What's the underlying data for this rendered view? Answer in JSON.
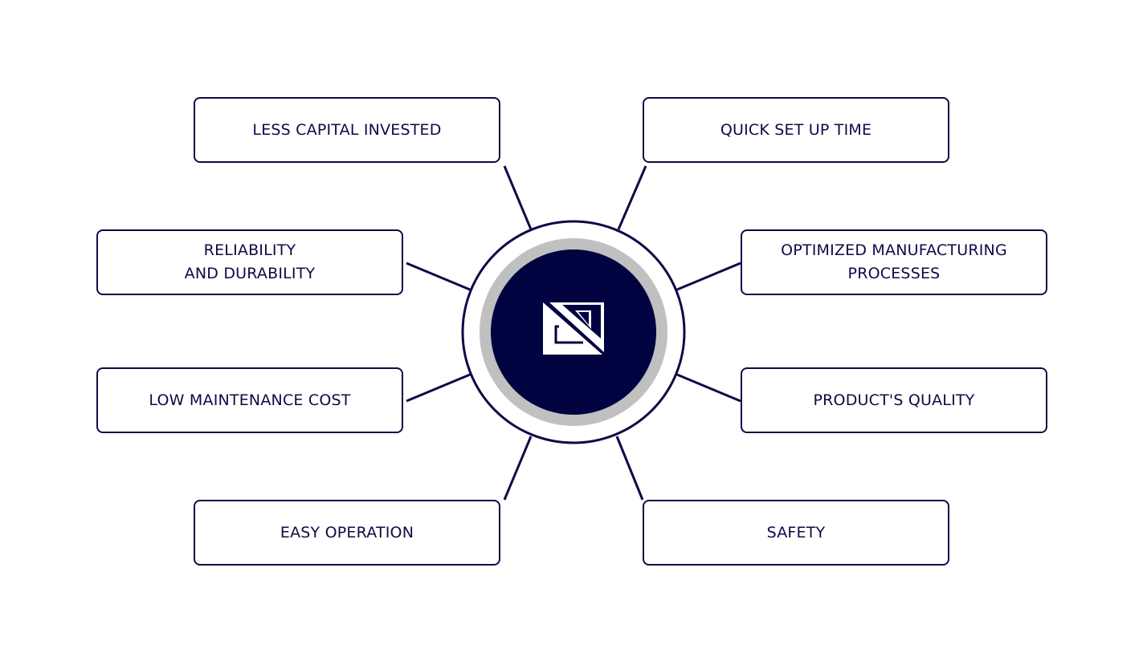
{
  "colors": {
    "primary": "#0d0b47",
    "center": "#000340",
    "ring": "#c0c0c0"
  },
  "center": {
    "icon": "logo-triangles-icon"
  },
  "items": [
    {
      "label": "LESS CAPITAL INVESTED"
    },
    {
      "label": "QUICK SET UP TIME"
    },
    {
      "label": "RELIABILITY\nAND DURABILITY"
    },
    {
      "label": "OPTIMIZED MANUFACTURING\nPROCESSES"
    },
    {
      "label": "LOW MAINTENANCE COST"
    },
    {
      "label": "PRODUCT'S QUALITY"
    },
    {
      "label": "EASY OPERATION"
    },
    {
      "label": "SAFETY"
    }
  ]
}
